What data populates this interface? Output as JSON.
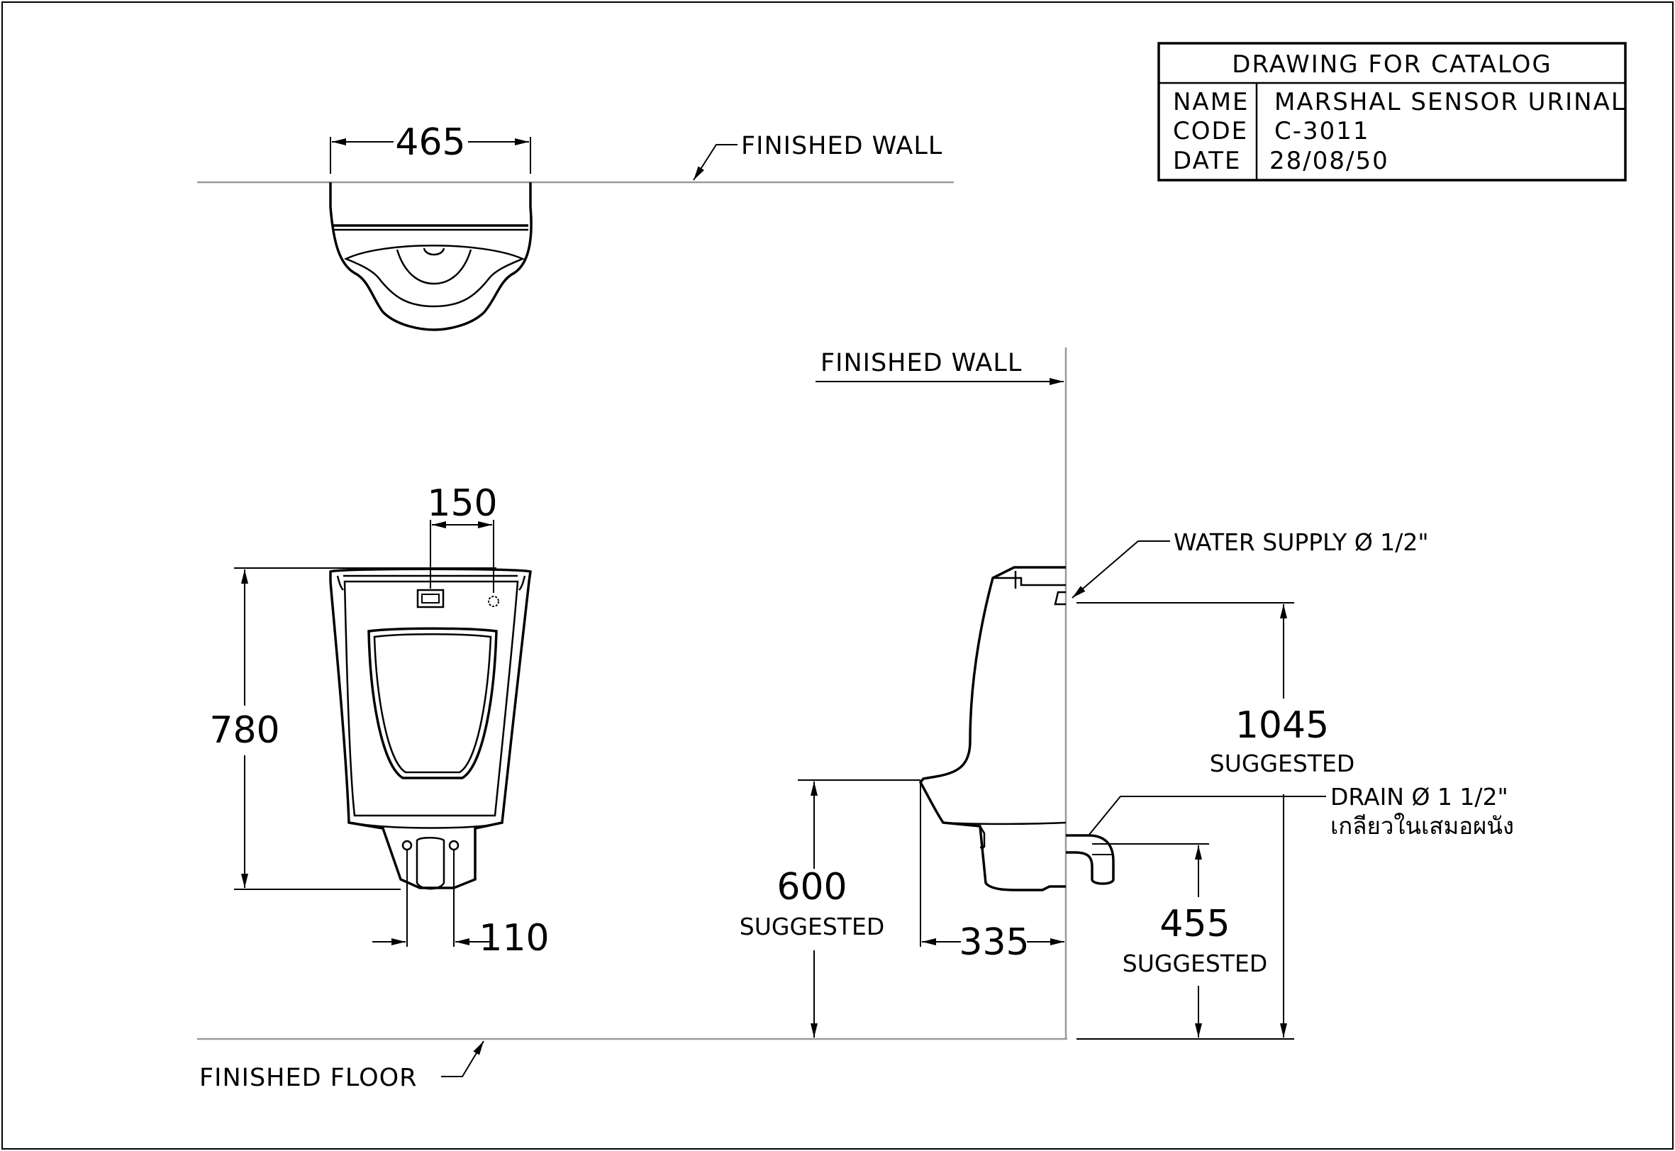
{
  "title_block": {
    "heading": "DRAWING FOR CATALOG",
    "name_label": "NAME",
    "name_value": "MARSHAL SENSOR URINAL",
    "code_label": "CODE",
    "code_value": "C-3011",
    "date_label": "DATE",
    "date_value": "28/08/50"
  },
  "labels": {
    "finished_wall_top": "FINISHED WALL",
    "finished_wall_side": "FINISHED WALL",
    "finished_floor": "FINISHED FLOOR",
    "water_supply": "WATER SUPPLY Ø 1/2\"",
    "drain": "DRAIN Ø 1 1/2\"",
    "drain_thai": "เกลียวในเสมอผนัง"
  },
  "dimensions": {
    "top_width": "465",
    "sensor_spacing": "150",
    "height": "780",
    "outlet_spacing": "110",
    "rim_height": "600",
    "rim_height_note": "SUGGESTED",
    "projection": "335",
    "supply_height": "1045",
    "supply_height_note": "SUGGESTED",
    "drain_height": "455",
    "drain_height_note": "SUGGESTED"
  }
}
